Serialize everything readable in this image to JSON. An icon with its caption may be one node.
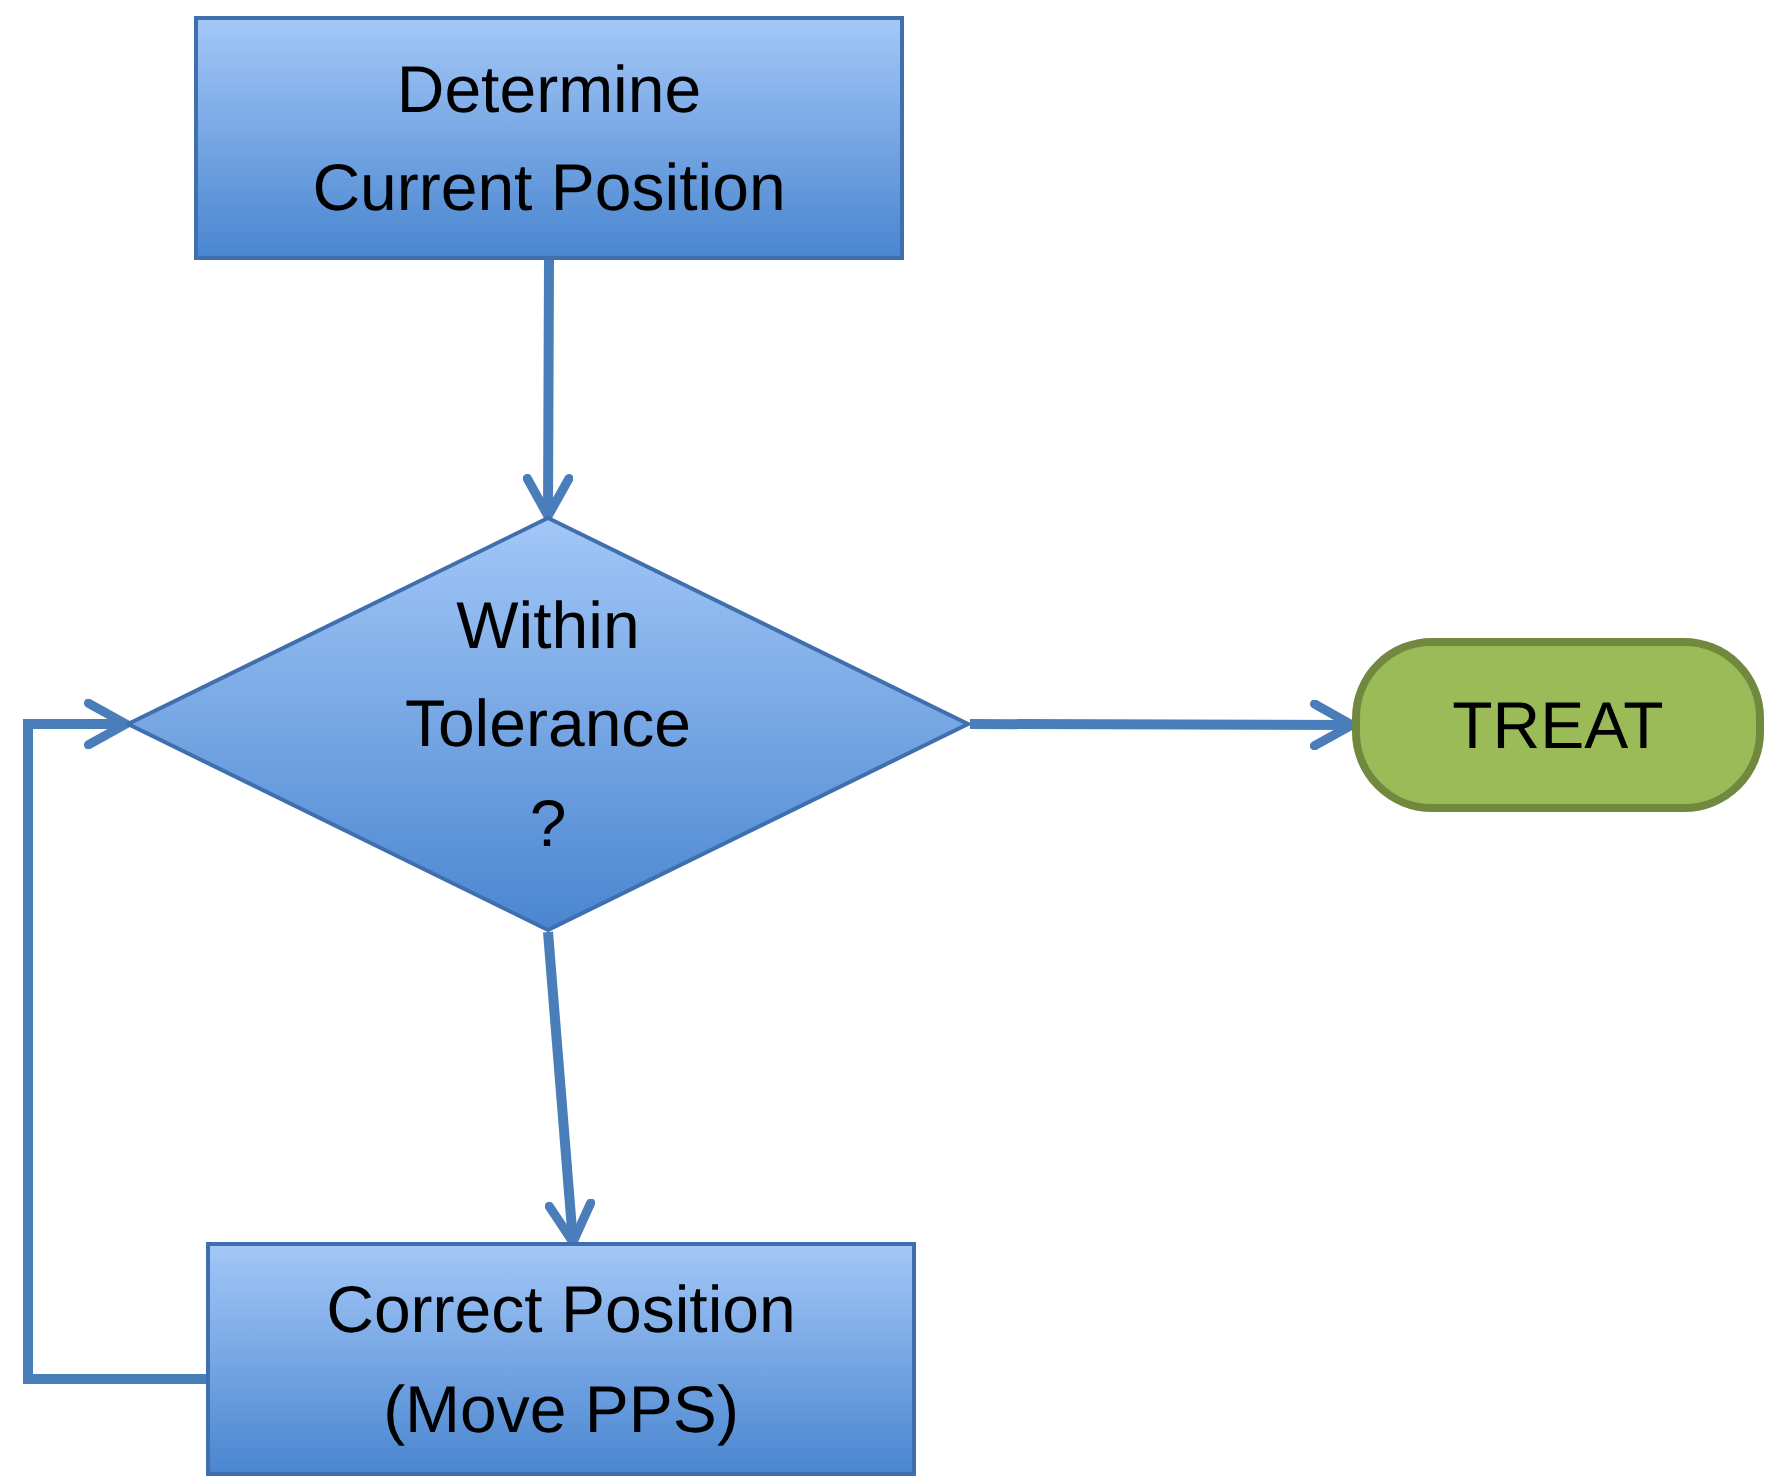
{
  "diagram": {
    "nodes": [
      {
        "text": [
          "Determine Current Position"
        ]
      },
      {
        "text": [
          "Within Tolerance ?"
        ]
      },
      {
        "text": [
          "TREAT"
        ]
      },
      {
        "text": [
          "Correct Position (Move PPS)"
        ]
      }
    ],
    "edges": [
      {
        "from": 0,
        "to": 1,
        "arrow": "to"
      },
      {
        "from": 1,
        "to": 2,
        "arrow": "to"
      },
      {
        "from": 1,
        "to": 3,
        "arrow": "to"
      },
      {
        "from": 3,
        "to": 1,
        "arrow": "to"
      }
    ]
  }
}
